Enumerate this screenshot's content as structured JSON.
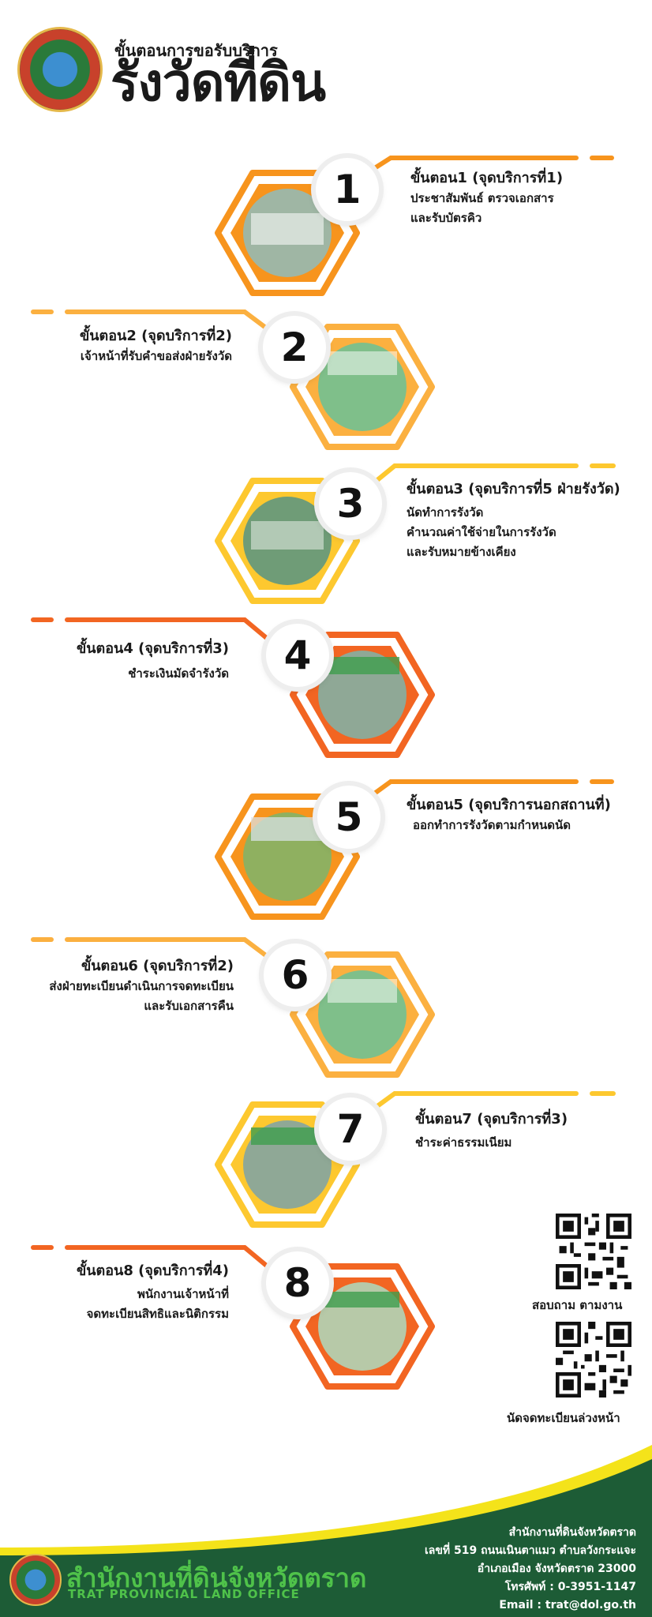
{
  "header": {
    "subtitle": "ขั้นตอนการขอรับบริการ",
    "title": "รังวัดที่ดิน"
  },
  "steps": [
    {
      "number": "1",
      "title": "ขั้นตอน1 (จุดบริการที่1)",
      "lines": [
        "ประชาสัมพันธ์ ตรวจเอกสาร",
        "และรับบัตรคิว"
      ]
    },
    {
      "number": "2",
      "title": "ขั้นตอน2 (จุดบริการที่2)",
      "lines": [
        "เจ้าหน้าที่รับคำขอส่งฝ่ายรังวัด"
      ]
    },
    {
      "number": "3",
      "title": "ขั้นตอน3 (จุดบริการที่5 ฝ่ายรังวัด)",
      "lines": [
        "นัดทำการรังวัด",
        "คำนวณค่าใช้จ่ายในการรังวัด",
        "และรับหมายข้างเคียง"
      ]
    },
    {
      "number": "4",
      "title": "ขั้นตอน4 (จุดบริการที่3)",
      "lines": [
        "ชำระเงินมัดจำรังวัด"
      ]
    },
    {
      "number": "5",
      "title": "ขั้นตอน5 (จุดบริการนอกสถานที่)",
      "lines": [
        "ออกทำการรังวัดตามกำหนดนัด"
      ]
    },
    {
      "number": "6",
      "title": "ขั้นตอน6 (จุดบริการที่2)",
      "lines": [
        "ส่งฝ่ายทะเบียนดำเนินการจดทะเบียน",
        "และรับเอกสารคืน"
      ]
    },
    {
      "number": "7",
      "title": "ขั้นตอน7 (จุดบริการที่3)",
      "lines": [
        "ชำระค่าธรรมเนียม"
      ]
    },
    {
      "number": "8",
      "title": "ขั้นตอน8 (จุดบริการที่4)",
      "lines": [
        "พนักงานเจ้าหน้าที่",
        "จดทะเบียนสิทธิและนิติกรรม"
      ]
    }
  ],
  "qr_codes": [
    {
      "label": "สอบถาม ตามงาน",
      "icon": "qr-code-icon"
    },
    {
      "label": "นัดจดทะเบียนล่วงหน้า",
      "icon": "qr-code-icon"
    }
  ],
  "footer": {
    "office_th": "สำนักงานที่ดินจังหวัดตราด",
    "office_en": "TRAT PROVINCIAL LAND OFFICE",
    "address": [
      "สำนักงานที่ดินจังหวัดตราด",
      "เลขที่ 519 ถนนเนินตาแมว ตำบลวังกระแจะ",
      "อำเภอเมือง จังหวัดตราด 23000",
      "โทรศัพท์ : 0-3951-1147",
      "Email : trat@dol.go.th"
    ]
  },
  "colors": {
    "orange": "#f7941d",
    "amber": "#fbb040",
    "yellow": "#fdc82f",
    "deep_orange": "#f26522",
    "footer_green": "#1d5c36",
    "footer_yellow": "#f4e31a",
    "footer_text_green": "#4fc24a"
  }
}
